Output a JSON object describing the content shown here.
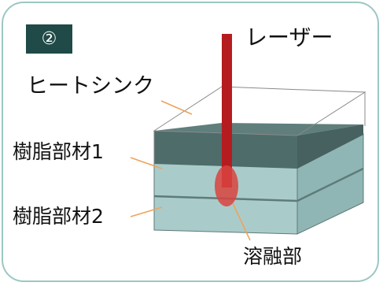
{
  "badge": "②",
  "labels": {
    "laser": "レーザー",
    "heat_sink": "ヒートシンク",
    "resin1": "樹脂部材1",
    "resin2": "樹脂部材2",
    "melt_zone": "溶融部"
  },
  "colors": {
    "frame_border": "#9cc7c3",
    "badge_bg": "#1f4a47",
    "heat_sink_top": "#5f7e7c",
    "resin_face": "#a9ccca",
    "resin_side": "#8fb6b4",
    "laser": "#b51c20",
    "melt_zone": "#d9433f",
    "leader_line": "#f0a25a"
  }
}
